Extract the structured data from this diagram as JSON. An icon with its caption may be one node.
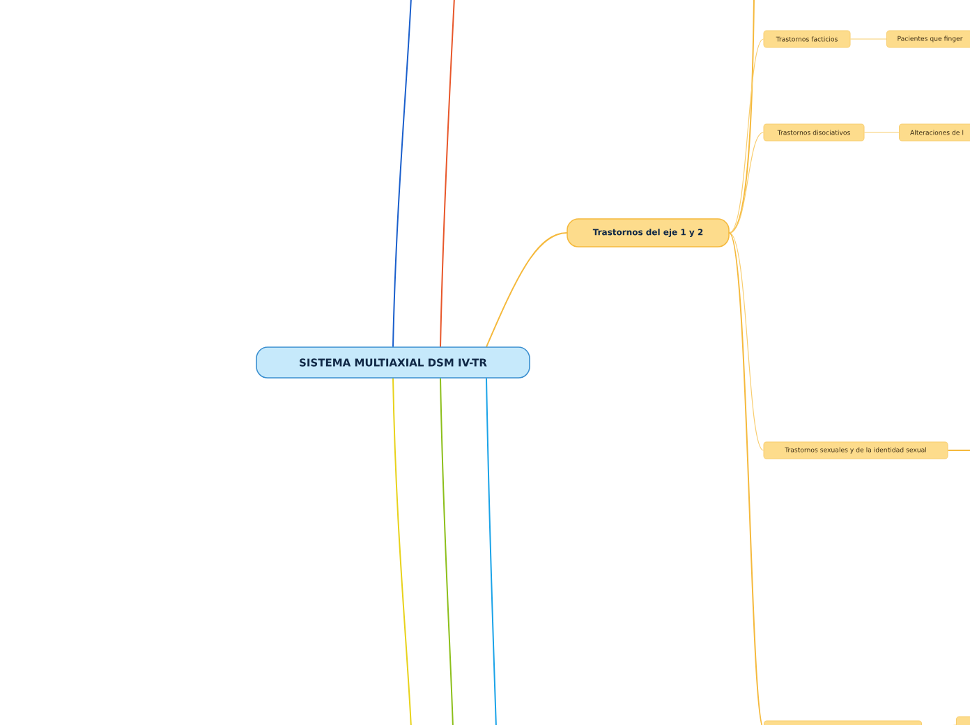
{
  "diagram": {
    "nodes": [
      {
        "text": [
          "SISTEMA MULTIAXIAL DSM IV-TR"
        ]
      },
      {
        "text": [
          "Trastornos del eje 1 y 2"
        ]
      },
      {
        "text": [
          "Trastornos facticios"
        ]
      },
      {
        "text": [
          "Pacientes que finger"
        ]
      },
      {
        "text": [
          "Trastornos disociativos"
        ]
      },
      {
        "text": [
          "Alteraciones de l"
        ]
      },
      {
        "text": [
          "Trastornos sexuales y de la identidad sexual"
        ]
      },
      {
        "text": [],
        "shape": "box"
      },
      {
        "text": [],
        "shape": "box"
      }
    ],
    "edges": [
      {
        "from": 0,
        "to": null,
        "arrow": "none",
        "color": "#1a5fcc"
      },
      {
        "from": 0,
        "to": null,
        "arrow": "none",
        "color": "#e8572a"
      },
      {
        "from": 0,
        "to": 1,
        "arrow": "none"
      },
      {
        "from": 0,
        "to": null,
        "arrow": "none",
        "color": "#e8d21a"
      },
      {
        "from": 0,
        "to": null,
        "arrow": "none",
        "color": "#8cbf1a"
      },
      {
        "from": 0,
        "to": null,
        "arrow": "none",
        "color": "#1aa3e8"
      },
      {
        "from": 1,
        "to": null,
        "arrow": "none"
      },
      {
        "from": 1,
        "to": 2,
        "arrow": "none"
      },
      {
        "from": 2,
        "to": 3,
        "arrow": "none"
      },
      {
        "from": 1,
        "to": 4,
        "arrow": "none"
      },
      {
        "from": 4,
        "to": 5,
        "arrow": "none"
      },
      {
        "from": 1,
        "to": 6,
        "arrow": "none"
      },
      {
        "from": 6,
        "to": null,
        "arrow": "none"
      },
      {
        "from": 1,
        "to": 7,
        "arrow": "none"
      },
      {
        "from": 7,
        "to": 8,
        "arrow": "none"
      }
    ]
  }
}
